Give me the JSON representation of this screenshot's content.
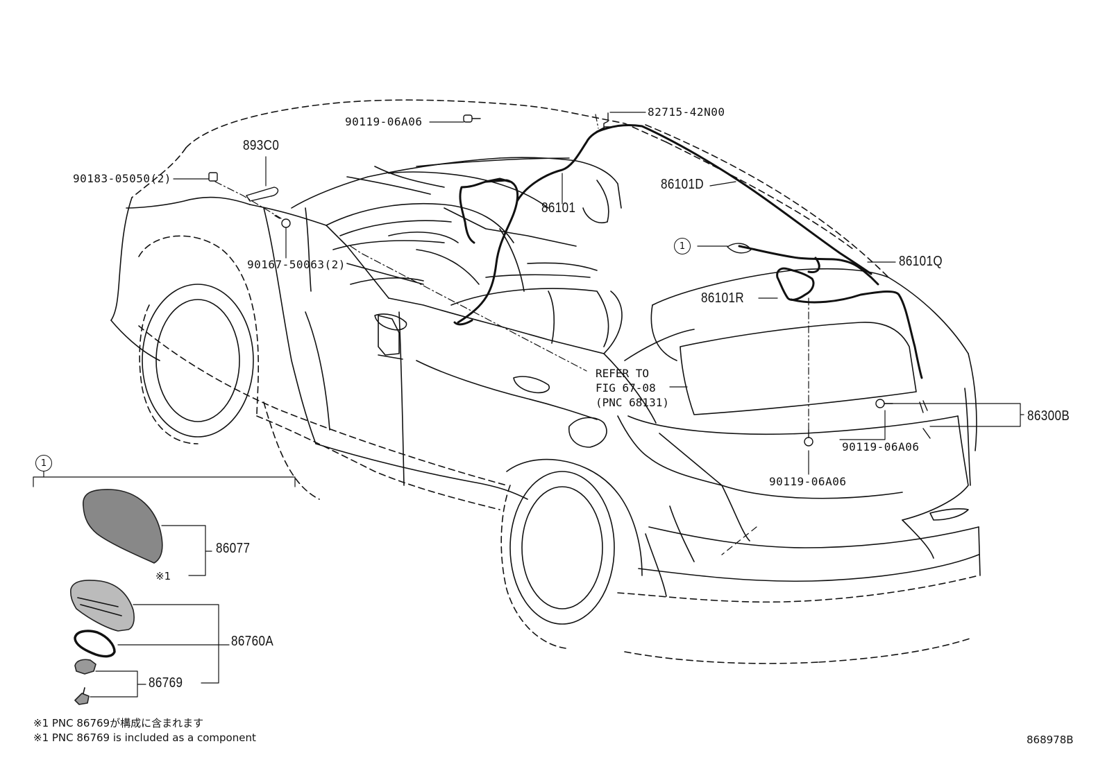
{
  "figure_id": "868978B",
  "callout_symbol": "1",
  "footnote_marker": "※1",
  "part_labels": {
    "p_82715": "82715-42N00",
    "p_90119_top": "90119-06A06",
    "p_893C0": "893C0",
    "p_90183": "90183-05050(2)",
    "p_90167": "90167-50063(2)",
    "p_86101": "86101",
    "p_86101D": "86101D",
    "p_86101Q": "86101Q",
    "p_86101R": "86101R",
    "p_86300B": "86300B",
    "p_90119_right": "90119-06A06",
    "p_90119_bottom": "90119-06A06",
    "p_86077": "86077",
    "p_86760A": "86760A",
    "p_86769": "86769"
  },
  "reference": {
    "line1": "REFER TO",
    "line2": "FIG 67-08",
    "line3": "(PNC 68131)"
  },
  "footnotes": {
    "jp": "※1 PNC 86769が構成に含まれます",
    "en": "※1 PNC 86769 is included as a component"
  }
}
